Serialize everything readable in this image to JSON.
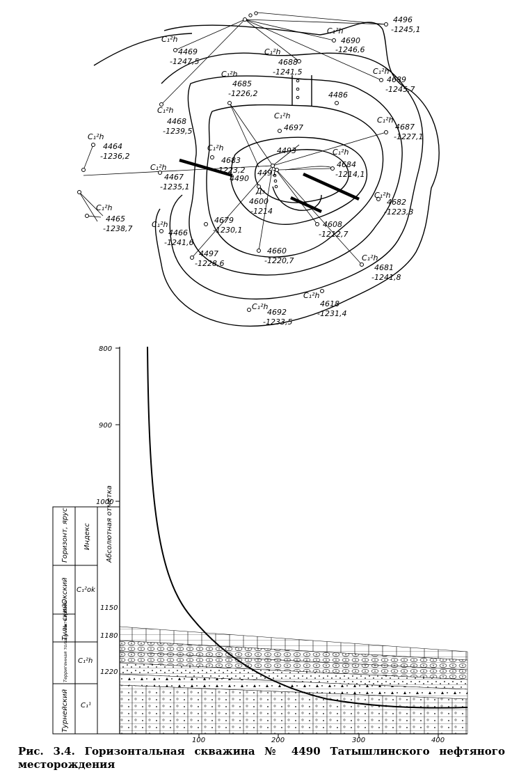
{
  "map": {
    "wells": [
      {
        "id": "4496",
        "elev": "-1245,1",
        "index": ""
      },
      {
        "id": "4690",
        "elev": "-1246,6",
        "index": "C₁²h"
      },
      {
        "id": "4469",
        "elev": "-1247,5",
        "index": "C₁²h"
      },
      {
        "id": "4688",
        "elev": "-1241,5",
        "index": "C₁²h"
      },
      {
        "id": "4689",
        "elev": "-1245,7",
        "index": "C₁²h"
      },
      {
        "id": "4685",
        "elev": "-1226,2",
        "index": "C₁²h"
      },
      {
        "id": "4486",
        "elev": "",
        "index": ""
      },
      {
        "id": "4468",
        "elev": "-1239,5",
        "index": "C₁²h"
      },
      {
        "id": "4697",
        "elev": "",
        "index": "C₁²h"
      },
      {
        "id": "4687",
        "elev": "-1227,1",
        "index": "C₁²h"
      },
      {
        "id": "4464",
        "elev": "-1236,2",
        "index": "C₁²h"
      },
      {
        "id": "4493",
        "elev": "",
        "index": ""
      },
      {
        "id": "4683",
        "elev": "-1223,2",
        "index": "C₁²h"
      },
      {
        "id": "4684",
        "elev": "-1214,1",
        "index": "C₁²h"
      },
      {
        "id": "4467",
        "elev": "-1235,1",
        "index": "C₁²h"
      },
      {
        "id": "4491",
        "elev": "",
        "index": ""
      },
      {
        "id": "4490",
        "elev": "",
        "index": ""
      },
      {
        "id": "4600",
        "elev": "-1214",
        "index": "Д₃"
      },
      {
        "id": "4682",
        "elev": "-1223,3",
        "index": "C₁²h"
      },
      {
        "id": "4465",
        "elev": "-1238,7",
        "index": "C₁²h"
      },
      {
        "id": "4679",
        "elev": "-1230,1",
        "index": ""
      },
      {
        "id": "4608",
        "elev": "-1212,7",
        "index": ""
      },
      {
        "id": "4466",
        "elev": "-1241,6",
        "index": "C₁²h"
      },
      {
        "id": "4497",
        "elev": "-1228,6",
        "index": ""
      },
      {
        "id": "4660",
        "elev": "-1220,7",
        "index": ""
      },
      {
        "id": "4681",
        "elev": "-1241,8",
        "index": "C₁²h"
      },
      {
        "id": "4618",
        "elev": "-1231,4",
        "index": "C₁²h"
      },
      {
        "id": "4692",
        "elev": "-1233,5",
        "index": "C₁²h"
      }
    ]
  },
  "profile": {
    "y_axis": {
      "ticks": [
        "800",
        "900",
        "1000"
      ]
    },
    "x_axis": {
      "ticks": [
        "100",
        "200",
        "300",
        "400"
      ]
    },
    "table": {
      "headers": [
        "Горизонт, ярус",
        "Индекс",
        "Абсолютная отметка"
      ],
      "rows": [
        {
          "horizon": "Окский",
          "index": "C₁²ok",
          "elev": "1150"
        },
        {
          "horizon": "Туль-ский",
          "index": "",
          "elev": "1180"
        },
        {
          "horizon": "Терригенная толща ниж. карбона",
          "index": "C₁²h",
          "elev": "1220"
        },
        {
          "horizon": "Турнейский",
          "index": "C₁¹",
          "elev": ""
        }
      ]
    }
  },
  "caption": "Рис. 3.4. Горизонтальная скважина № 4490 Татышлинского нефтяного месторождения"
}
